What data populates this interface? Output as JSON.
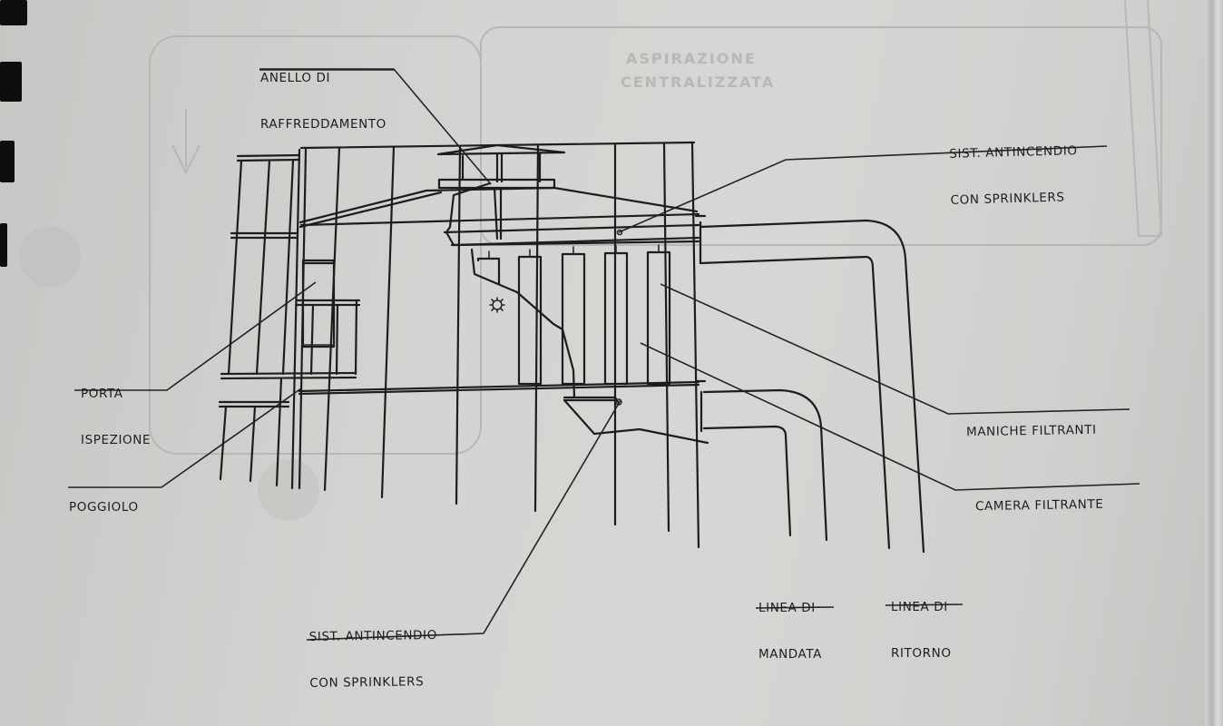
{
  "document": {
    "type": "technical drawing",
    "subject": "filtro a maniche con camera filtrante"
  },
  "labels": {
    "anello_raffreddamento": {
      "line1": "ANELLO DI",
      "line2": "RAFFREDDAMENTO"
    },
    "sprinklers_top": {
      "line1": "SIST. ANTINCENDIO",
      "line2": "CON SPRINKLERS"
    },
    "porta_ispezione": {
      "line1": "PORTA",
      "line2": "ISPEZIONE"
    },
    "poggiolo": {
      "line1": "POGGIOLO"
    },
    "maniche_filtranti": {
      "line1": "MANICHE FILTRANTI"
    },
    "camera_filtrante": {
      "line1": "CAMERA FILTRANTE"
    },
    "sprinklers_bottom": {
      "line1": "SIST. ANTINCENDIO",
      "line2": "CON SPRINKLERS"
    },
    "linea_mandata": {
      "line1": "LINEA DI",
      "line2": "MANDATA"
    },
    "linea_ritorno": {
      "line1": "LINEA DI",
      "line2": "RITORNO"
    }
  },
  "ghost_text": {
    "line1": "ASPIRAZIONE",
    "line2": "CENTRALIZZATA"
  },
  "colors": {
    "paper": "#d3d4d1",
    "ink": "#1d1d1d",
    "ghost": "#b8b9b6",
    "binder": "#0e0e0e"
  },
  "binder_holes": 4
}
